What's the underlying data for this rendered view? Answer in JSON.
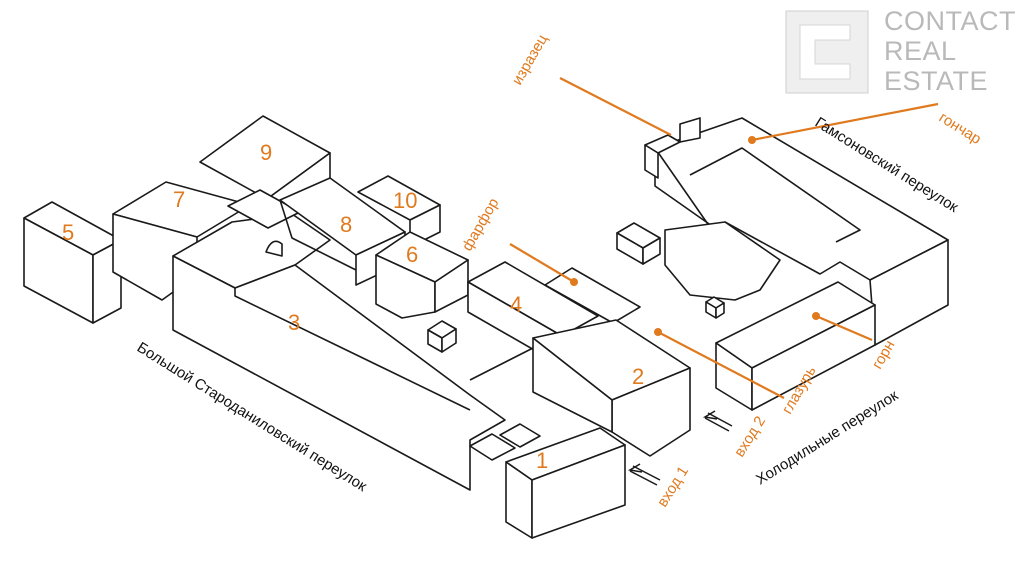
{
  "logo": {
    "line1": "CONTACT",
    "line2": "REAL",
    "line3": "ESTATE",
    "color": "#b9b9b9"
  },
  "accent_color": "#e07a1f",
  "buildings": [
    "1",
    "2",
    "3",
    "4",
    "5",
    "6",
    "7",
    "8",
    "9",
    "10"
  ],
  "materials": {
    "izrazets": "изразец",
    "gonchar": "гончар",
    "farfor": "фарфор",
    "glazur": "глазурь",
    "gorn": "горн"
  },
  "streets": {
    "gamsonovsky": "Гамсоновский переулок",
    "kholodilnye": "Холодильные переулок",
    "starodanilovsky": "Большой Староданиловский переулок"
  },
  "entrances": {
    "vkhod1": "вход 1",
    "vkhod2": "вход 2"
  }
}
